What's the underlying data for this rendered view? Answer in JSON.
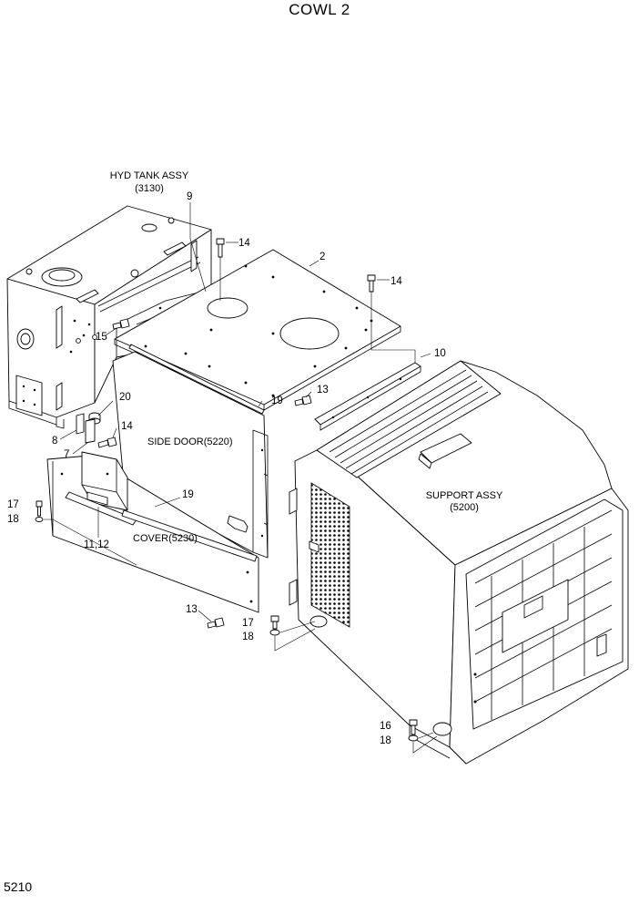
{
  "title": "COWL 2",
  "page_number": "5210",
  "assemblies": {
    "hyd_tank": {
      "name": "HYD TANK ASSY",
      "code": "(3130)"
    },
    "side_door": {
      "name": "SIDE DOOR(5220)"
    },
    "support": {
      "name": "SUPPORT ASSY",
      "code": "(5200)"
    },
    "cover": {
      "name": "COVER(5230)"
    }
  },
  "callouts": {
    "c2": "2",
    "c7": "7",
    "c8": "8",
    "c9": "9",
    "c10": "10",
    "c11_12": "11,12",
    "c13a": "13",
    "c13b": "13",
    "c14a": "14",
    "c14b": "14",
    "c14c": "14",
    "c15": "15",
    "c16": "16",
    "c17a": "17",
    "c17b": "17",
    "c18a": "18",
    "c18b": "18",
    "c18c": "18",
    "c19a": "19",
    "c19b": "19",
    "c20": "20"
  }
}
